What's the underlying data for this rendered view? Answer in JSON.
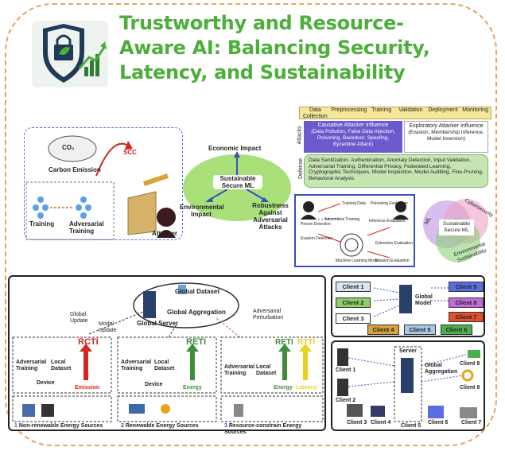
{
  "title": {
    "line1": "Trustworthy and Resource-",
    "line2": "Aware AI: Balancing Security,",
    "line3": "Latency, and Sustainability"
  },
  "colors": {
    "title": "#4caf3a",
    "frame": "#e8a25a",
    "attack_purple": "#6a5acd",
    "defense_green": "#c7e5b3",
    "pipeline_yellow": "#f5e89a"
  },
  "left_panel": {
    "co2": "CO₂",
    "scc": "SCC",
    "carbon_emission": "Carbon Emission",
    "training": "Training",
    "adversarial_training": "Adversarial Training",
    "attacker": "Attacker"
  },
  "center_panel": {
    "economic_impact": "Economic Impact",
    "sustainable_secure_ml": "Sustainable Secure ML",
    "environmental_impact": "Environmental Impact",
    "robustness": "Robustness Against Adversarial Attacks"
  },
  "pipeline": {
    "stages": [
      "Data Collection",
      "Preprocessing",
      "Training",
      "Validation",
      "Deployment",
      "Monitoring"
    ],
    "attacks_label": "Attacks",
    "defense_label": "Defense",
    "causative_title": "Causative Attacker Influence",
    "causative_body": "(Data Pollution, False Data Injection, Poisoning, Backdoor, Spoofing, Byzantine Attack)",
    "exploratory_title": "Exploratory Attacker Influence",
    "exploratory_body": "(Evasion, Membership Inference, Model Inversion)",
    "defense_body": "Data Sanitization, Authentication, Anomaly Detection, Input Validation, Adversarial Training, Differential Privacy, Federated Learning, Cryptographic Techniques, Model Inspection, Model Auditing, Fine-Pruning, Behavioral Analysis"
  },
  "threat_model": {
    "poison_detection": "Poison Detection",
    "training_data": "Training Data",
    "poisoning_evaluation": "Poisoning Evaluation",
    "adversarial_training": "Adversarial Training",
    "inference_evaluation": "Inference Evaluation",
    "evasion_detection": "Evasion Detection",
    "ml_model": "Machine Learning Model",
    "extraction_evaluation": "Extraction Evaluation",
    "evasion_evaluation": "Evasion Evaluation"
  },
  "venn": {
    "cybersecurity": "Cybersecurity",
    "ml": "ML",
    "center": "Sustainable Secure ML",
    "environmental": "Environmental Sustainability"
  },
  "federated": {
    "global_dataset": "Global Dataset",
    "global_server": "Global Server",
    "global_aggregation": "Global Aggregation",
    "global_update": "Global Update",
    "model_update": "Model Update",
    "adversarial_perturbation": "Adversarial Perturbation",
    "adversarial_training": "Adversarial Training",
    "local_dataset": "Local Dataset",
    "device": "Device",
    "rcti": "RCTI",
    "reti": "RETI",
    "rtti": "RTTI",
    "emission": "Emission",
    "energy": "Energy",
    "latency": "Latency",
    "energy_latency": "Energy",
    "non_renewable": "Non-renewable Energy Sources",
    "renewable": "Renewable Energy Sources",
    "resource_constrain": "Resource-constrain Energy Sources",
    "num1": "1",
    "num2": "2",
    "num3": "3"
  },
  "clients_top": {
    "items": [
      "Client 1",
      "Client 2",
      "Client 3",
      "Client 4",
      "Client 5",
      "Client 6",
      "Client 7",
      "Client 8",
      "Client 9"
    ],
    "global_model": "Global Model"
  },
  "clients_bottom": {
    "items": [
      "Client 1",
      "Client 2",
      "Client 3",
      "Client 4",
      "Client 5",
      "Client 6",
      "Client 7",
      "Client 8",
      "Client 9"
    ],
    "server": "Server",
    "global_aggregation": "Global Aggregation"
  }
}
